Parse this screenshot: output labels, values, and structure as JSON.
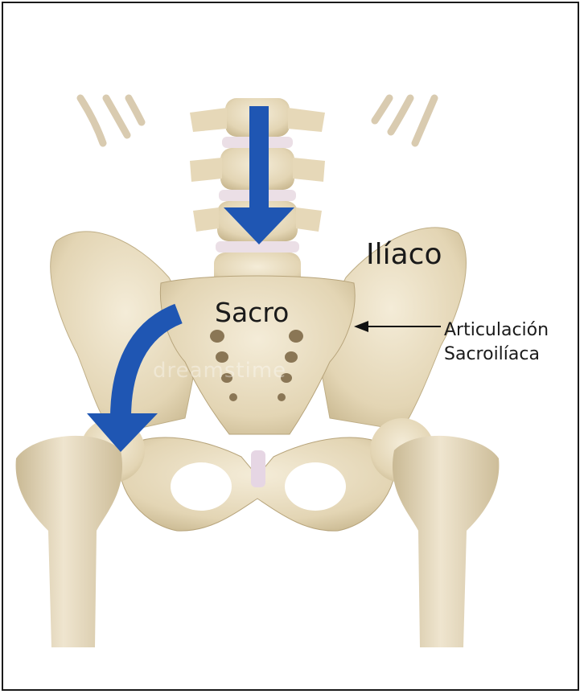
{
  "labels": {
    "iliaco": "Ilíaco",
    "sacro": "Sacro",
    "articulacion_line1": "Articulación",
    "articulacion_line2": "Sacroilíaca"
  },
  "watermark": "dreamstime",
  "colors": {
    "bone": "#e8dcc0",
    "bone_shadow": "#c9b994",
    "cartilage": "#e9dde6",
    "arrow_blue": "#1f56b3",
    "frame": "#1a1a1a",
    "text": "#1a1a1a"
  },
  "icons": [
    "down-arrow-icon",
    "curved-arrow-icon",
    "pointer-arrow-icon"
  ]
}
